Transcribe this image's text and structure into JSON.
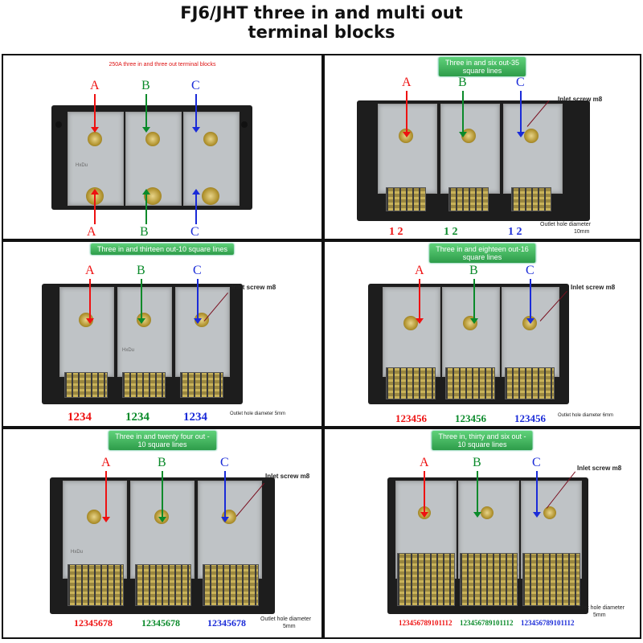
{
  "title": {
    "line1": "FJ6/JHT three in and multi out",
    "line2": "terminal blocks"
  },
  "phases": {
    "a": "A",
    "b": "B",
    "c": "C"
  },
  "panel1": {
    "caption": "250A three in and three out terminal blocks",
    "brand": "HxDu"
  },
  "panel2": {
    "badge_line1": "Three in and six out-35",
    "badge_line2": "square lines",
    "inlet": "Inlet screw m8",
    "outlet_line1": "Outlet hole diameter",
    "outlet_line2": "10mm",
    "nums": "1  2"
  },
  "panel3": {
    "badge": "Three in and thirteen out-10 square lines",
    "inlet": "Inlet screw m8",
    "outlet": "Outlet hole diameter 5mm",
    "nums": "1234",
    "brand": "HxDu"
  },
  "panel4": {
    "badge_line1": "Three in and eighteen out-16",
    "badge_line2": "square lines",
    "inlet": "Inlet screw m8",
    "outlet": "Outlet hole diameter 6mm",
    "nums": "123456"
  },
  "panel5": {
    "badge_line1": "Three in and twenty four out -",
    "badge_line2": "10 square lines",
    "inlet": "Inlet screw m8",
    "outlet_line1": "Outlet hole diameter",
    "outlet_line2": "5mm",
    "nums": "12345678",
    "brand": "HxDu"
  },
  "panel6": {
    "badge_line1": "Three in, thirty and six out -",
    "badge_line2": "10 square lines",
    "inlet": "Inlet screw m8",
    "outlet_line1": "Outlet hole diameter",
    "outlet_line2": "5mm",
    "nums": "123456789101112"
  },
  "colors": {
    "phase_a": "#e11111",
    "phase_b": "#0a8a2a",
    "phase_c": "#1a2bd8",
    "badge": "#3fb85e"
  }
}
